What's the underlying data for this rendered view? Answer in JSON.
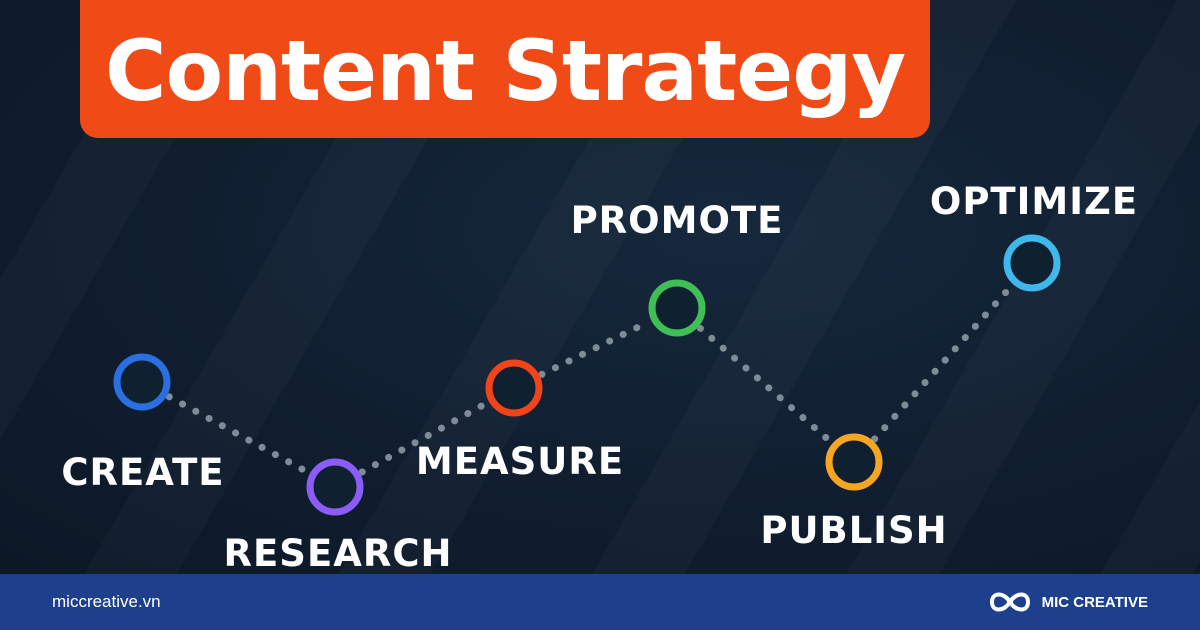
{
  "title": "Content Strategy",
  "steps": [
    {
      "label": "CREATE",
      "color": "#2a6fe0"
    },
    {
      "label": "RESEARCH",
      "color": "#8b5cf6"
    },
    {
      "label": "MEASURE",
      "color": "#f0441a"
    },
    {
      "label": "PROMOTE",
      "color": "#3fbf55"
    },
    {
      "label": "PUBLISH",
      "color": "#f5a623"
    },
    {
      "label": "OPTIMIZE",
      "color": "#3fb8ec"
    }
  ],
  "footer": {
    "website": "miccreative.vn",
    "brand": "MIC CREATIVE"
  },
  "colors": {
    "title_bg": "#f04a16",
    "footer_bg": "#1d3f8c",
    "connector": "#7f8b96"
  }
}
